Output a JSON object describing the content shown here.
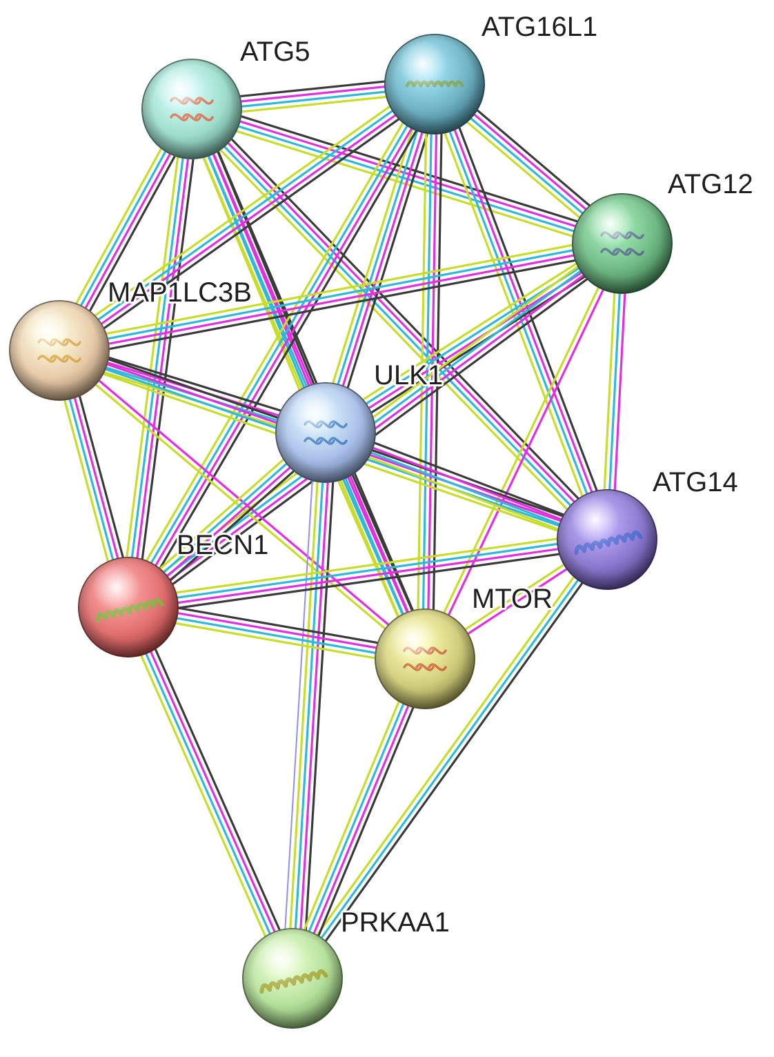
{
  "nodes": [
    {
      "id": "ATG5",
      "label": "ATG5",
      "color": "#8fd8c2",
      "glyph": "cluster",
      "glyph_color": "#d0603a"
    },
    {
      "id": "ATG16L1",
      "label": "ATG16L1",
      "color": "#5aa7bb",
      "glyph": "rod",
      "glyph_color": "#6a9a4a"
    },
    {
      "id": "ATG12",
      "label": "ATG12",
      "color": "#5aae72",
      "glyph": "cluster",
      "glyph_color": "#3c5a78"
    },
    {
      "id": "MAP1LC3B",
      "label": "MAP1LC3B",
      "color": "#e4c39c",
      "glyph": "cluster",
      "glyph_color": "#d49a30"
    },
    {
      "id": "ULK1",
      "label": "ULK1",
      "color": "#9cb6e6",
      "glyph": "cluster",
      "glyph_color": "#2f6fc0"
    },
    {
      "id": "ATG14",
      "label": "ATG14",
      "color": "#7b66c8",
      "glyph": "helix",
      "glyph_color": "#3a56c8"
    },
    {
      "id": "BECN1",
      "label": "BECN1",
      "color": "#dd5b5b",
      "glyph": "helix",
      "glyph_color": "#7ea02a"
    },
    {
      "id": "MTOR",
      "label": "MTOR",
      "color": "#c9c66a",
      "glyph": "cluster",
      "glyph_color": "#c8541e"
    },
    {
      "id": "PRKAA1",
      "label": "PRKAA1",
      "color": "#a9dc8c",
      "glyph": "helix",
      "glyph_color": "#9aa024"
    }
  ],
  "evidence_colors": {
    "a": "#3a3a3a",
    "b": "#e030e0",
    "c": "#2fb9d8",
    "d": "#c8dc2a",
    "e": "#8f8ff0"
  },
  "edges": [
    {
      "source": "ATG5",
      "target": "ATG16L1",
      "evidence": [
        "a",
        "b",
        "c",
        "d"
      ]
    },
    {
      "source": "ATG5",
      "target": "ATG12",
      "evidence": [
        "a",
        "b",
        "c",
        "d"
      ]
    },
    {
      "source": "ATG5",
      "target": "MAP1LC3B",
      "evidence": [
        "a",
        "b",
        "c",
        "d"
      ]
    },
    {
      "source": "ATG5",
      "target": "ULK1",
      "evidence": [
        "a",
        "b",
        "c",
        "d"
      ]
    },
    {
      "source": "ATG5",
      "target": "ATG14",
      "evidence": [
        "a",
        "b",
        "c",
        "d"
      ]
    },
    {
      "source": "ATG5",
      "target": "BECN1",
      "evidence": [
        "a",
        "b",
        "c",
        "d"
      ]
    },
    {
      "source": "ATG5",
      "target": "MTOR",
      "evidence": [
        "a",
        "b",
        "c",
        "d"
      ]
    },
    {
      "source": "ATG16L1",
      "target": "ATG12",
      "evidence": [
        "a",
        "b",
        "c",
        "d"
      ]
    },
    {
      "source": "ATG16L1",
      "target": "MAP1LC3B",
      "evidence": [
        "a",
        "b",
        "c",
        "d"
      ]
    },
    {
      "source": "ATG16L1",
      "target": "ULK1",
      "evidence": [
        "a",
        "b",
        "c",
        "d"
      ]
    },
    {
      "source": "ATG16L1",
      "target": "ATG14",
      "evidence": [
        "a",
        "b",
        "c",
        "d"
      ]
    },
    {
      "source": "ATG16L1",
      "target": "BECN1",
      "evidence": [
        "a",
        "b",
        "c",
        "d"
      ]
    },
    {
      "source": "ATG16L1",
      "target": "MTOR",
      "evidence": [
        "a",
        "b",
        "c",
        "d"
      ]
    },
    {
      "source": "ATG12",
      "target": "MAP1LC3B",
      "evidence": [
        "a",
        "b",
        "c",
        "d"
      ]
    },
    {
      "source": "ATG12",
      "target": "ULK1",
      "evidence": [
        "a",
        "b",
        "c",
        "d"
      ]
    },
    {
      "source": "ATG12",
      "target": "ATG14",
      "evidence": [
        "b",
        "c",
        "d"
      ]
    },
    {
      "source": "ATG12",
      "target": "BECN1",
      "evidence": [
        "a",
        "b",
        "c",
        "d"
      ]
    },
    {
      "source": "ATG12",
      "target": "MTOR",
      "evidence": [
        "b",
        "d"
      ]
    },
    {
      "source": "MAP1LC3B",
      "target": "ULK1",
      "evidence": [
        "a",
        "b",
        "c",
        "d"
      ]
    },
    {
      "source": "MAP1LC3B",
      "target": "ATG14",
      "evidence": [
        "a",
        "b",
        "c",
        "d"
      ]
    },
    {
      "source": "MAP1LC3B",
      "target": "BECN1",
      "evidence": [
        "a",
        "b",
        "c",
        "d"
      ]
    },
    {
      "source": "MAP1LC3B",
      "target": "MTOR",
      "evidence": [
        "b",
        "d"
      ]
    },
    {
      "source": "ULK1",
      "target": "ATG14",
      "evidence": [
        "a",
        "b",
        "c",
        "d"
      ]
    },
    {
      "source": "ULK1",
      "target": "BECN1",
      "evidence": [
        "a",
        "b",
        "c",
        "d"
      ]
    },
    {
      "source": "ULK1",
      "target": "MTOR",
      "evidence": [
        "a",
        "b",
        "c",
        "d"
      ]
    },
    {
      "source": "ULK1",
      "target": "PRKAA1",
      "evidence": [
        "a",
        "b",
        "c",
        "d",
        "e"
      ]
    },
    {
      "source": "ATG14",
      "target": "BECN1",
      "evidence": [
        "a",
        "b",
        "c",
        "d"
      ]
    },
    {
      "source": "ATG14",
      "target": "MTOR",
      "evidence": [
        "b",
        "d"
      ]
    },
    {
      "source": "ATG14",
      "target": "PRKAA1",
      "evidence": [
        "a",
        "c",
        "d"
      ]
    },
    {
      "source": "BECN1",
      "target": "MTOR",
      "evidence": [
        "a",
        "b",
        "c",
        "d"
      ]
    },
    {
      "source": "BECN1",
      "target": "PRKAA1",
      "evidence": [
        "a",
        "b",
        "c",
        "d"
      ]
    },
    {
      "source": "MTOR",
      "target": "PRKAA1",
      "evidence": [
        "a",
        "b",
        "c",
        "d"
      ]
    }
  ]
}
